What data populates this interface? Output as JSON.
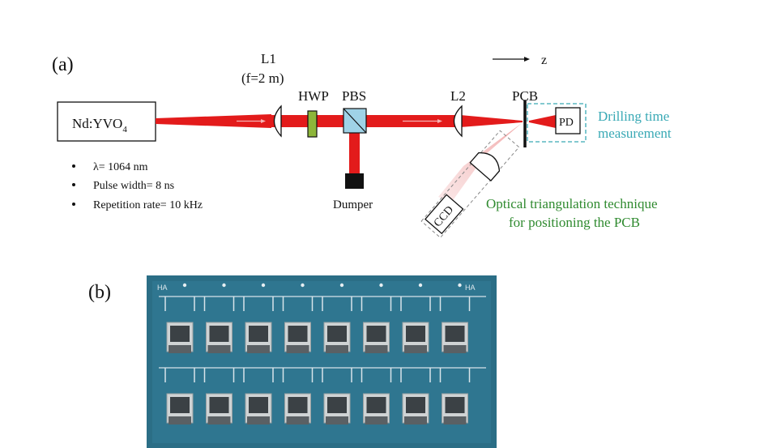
{
  "panel_a": {
    "label": "(a)",
    "laser": {
      "name": "Nd:YVO",
      "subscript": "4"
    },
    "specs": [
      "λ= 1064 nm",
      "Pulse width= 8 ns",
      "Repetition rate= 10 kHz"
    ],
    "lens1": {
      "name": "L1",
      "focal": "(f=2 m)"
    },
    "hwp": "HWP",
    "pbs": "PBS",
    "lens2": "L2",
    "pcb": "PCB",
    "pd": "PD",
    "dumper": "Dumper",
    "ccd": "CCD",
    "axis": "z",
    "drilling_note": [
      "Drilling time",
      "measurement"
    ],
    "triangulation_note": [
      "Optical triangulation technique",
      "for positioning the PCB"
    ],
    "colors": {
      "beam": "#e31b1b",
      "hwp": "#8db53a",
      "pbs": "#9fd2e6",
      "teal": "#39a9b5",
      "green": "#2f8a2f",
      "pcb_board": "#2b6e86"
    }
  },
  "panel_b": {
    "label": "(b)",
    "board_marks": [
      "HA",
      "HA"
    ],
    "chip_grid": {
      "rows": 2,
      "cols": 8
    }
  }
}
